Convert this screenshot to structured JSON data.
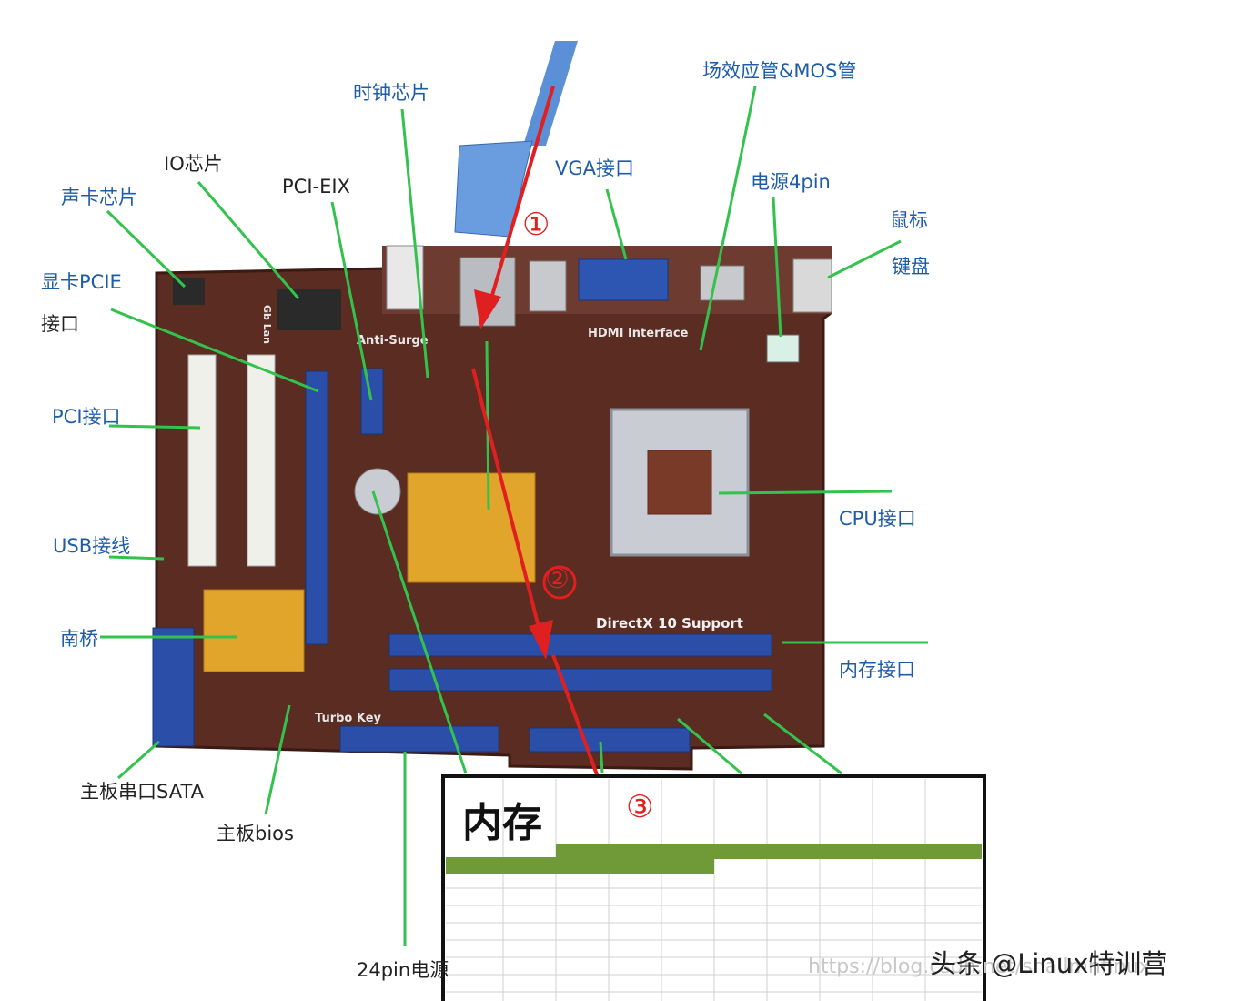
{
  "labels": {
    "clock_chip": "时钟芯片",
    "mosfet": "场效应管&MOS管",
    "io_chip": "IO芯片",
    "sound_chip": "声卡芯片",
    "pci_eix": "PCI-EIX",
    "vga": "VGA接口",
    "power_4pin": "电源4pin",
    "mouse": "鼠标",
    "keyboard": "键盘",
    "gpu_pcie": "显卡PCIE",
    "gpu_pcie_2": "接口",
    "pci_slot": "PCI接口",
    "usb_header": "USB接线",
    "southbridge": "南桥",
    "cpu_socket": "CPU接口",
    "memory_slot": "内存接口",
    "sata": "主板串口SATA",
    "bios": "主板bios",
    "power_24pin": "24pin电源"
  },
  "board_prints": {
    "hdmi": "HDMI Interface",
    "directx": "DirectX 10 Support",
    "anti_surge": "Anti-Surge",
    "turbo_key": "Turbo Key",
    "gb_lan": "Gb Lan"
  },
  "memory_panel": {
    "title": "内存"
  },
  "steps": [
    "①",
    "②",
    "③"
  ],
  "watermark": {
    "text": "头条 @Linux特训营",
    "url": "https://blog.csdn.net/shallmhfinux"
  },
  "colors": {
    "leader_line": "#33c24d",
    "arrow": "#e02020",
    "label_blue": "#1f5ca8",
    "board": "#5a2c22",
    "heatsink": "#e0a52a",
    "ram_slot": "#2b4ea8",
    "memory_bar": "#6f9a37"
  }
}
